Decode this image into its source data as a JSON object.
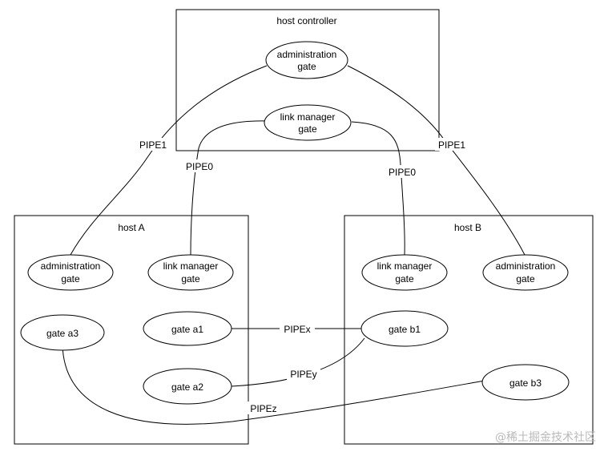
{
  "boxes": {
    "host_controller": "host controller",
    "host_a": "host A",
    "host_b": "host B"
  },
  "gates": {
    "controller_admin": [
      "administration",
      "gate"
    ],
    "controller_link": [
      "link manager",
      "gate"
    ],
    "a_admin": [
      "administration",
      "gate"
    ],
    "a_link": [
      "link manager",
      "gate"
    ],
    "a3": "gate a3",
    "a1": "gate a1",
    "a2": "gate a2",
    "b_link": [
      "link manager",
      "gate"
    ],
    "b_admin": [
      "administration",
      "gate"
    ],
    "b1": "gate b1",
    "b3": "gate b3"
  },
  "pipes": {
    "pipe1_left": "PIPE1",
    "pipe1_right": "PIPE1",
    "pipe0_left": "PIPE0",
    "pipe0_right": "PIPE0",
    "pipex": "PIPEx",
    "pipey": "PIPEy",
    "pipez": "PIPEz"
  },
  "watermark": "@稀土掘金技术社区"
}
